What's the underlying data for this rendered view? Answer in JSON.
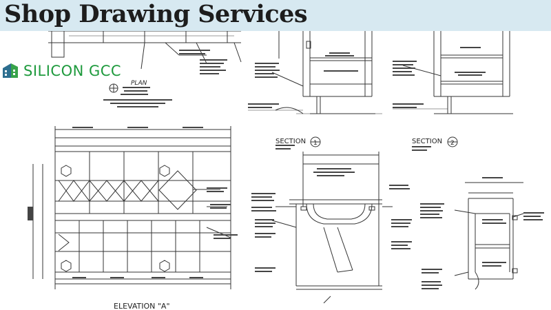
{
  "banner": {
    "title": "Shop Drawing Services",
    "background": "#d7e9f1"
  },
  "logo": {
    "text": "SILICON GCC",
    "color": "#1e9a3d",
    "icon": "building-icon"
  },
  "drawing": {
    "plan_label": "PLAN",
    "elevation_label": "ELEVATION \"A\"",
    "section_1_label": "SECTION",
    "section_1_number": "1",
    "section_2_label": "SECTION",
    "section_2_number": "2",
    "line_color": "#333333"
  }
}
